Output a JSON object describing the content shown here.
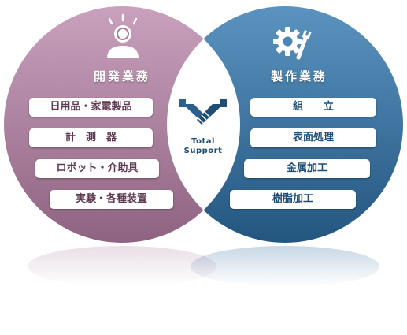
{
  "left_section": {
    "heading": "開発業務",
    "icon": "thinking-person-icon",
    "color": "#a97b98",
    "items": [
      "日用品・家電製品",
      "計　測　器",
      "ロボット・介助具",
      "実験・各種装置"
    ]
  },
  "right_section": {
    "heading": "製作業務",
    "icon": "gear-wrench-icon",
    "color": "#326f9c",
    "items": [
      "組　　立",
      "表面処理",
      "金属加工",
      "樹脂加工"
    ]
  },
  "center": {
    "icon": "handshake-icon",
    "label_line1": "Total",
    "label_line2": "Support"
  }
}
